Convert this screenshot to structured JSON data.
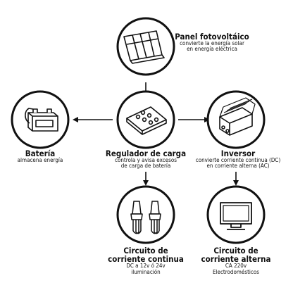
{
  "nodes": {
    "panel": {
      "title": "Panel fotovoltáico",
      "desc": "convierte la energía solar\nen energía eléctrica",
      "icon": "solar-panel-icon"
    },
    "bateria": {
      "title": "Batería",
      "desc": "almacena energía",
      "icon": "battery-icon"
    },
    "regulador": {
      "title": "Regulador de carga",
      "desc": "controla y avisa excesos\nde carga de batería",
      "icon": "charge-controller-icon"
    },
    "inversor": {
      "title": "Inversor",
      "desc": "convierte corriente continua (DC)\nen corriente alterna (AC)",
      "icon": "inverter-icon"
    },
    "dc": {
      "title": "Circuito de\ncorriente continua",
      "desc": "DC a 12v ó 24v\niluminación",
      "icon": "cfl-bulbs-icon"
    },
    "ac": {
      "title": "Circuito de\ncorriente alterna",
      "desc": "CA 220v\nElectrodomésticos",
      "icon": "tv-icon"
    }
  }
}
